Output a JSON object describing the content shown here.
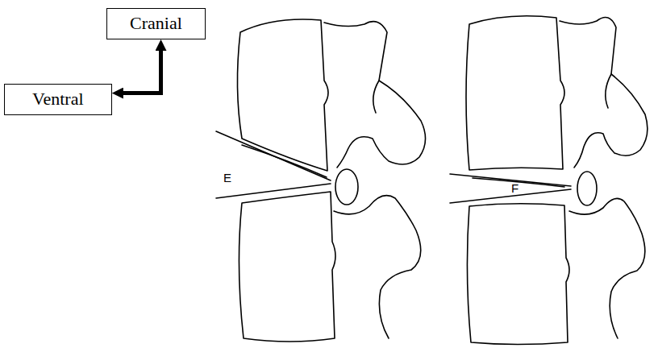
{
  "diagram": {
    "nodes": [
      {
        "text": [
          "Cranial"
        ]
      },
      {
        "text": [
          "Ventral"
        ]
      }
    ],
    "edges": [
      {
        "from": 1,
        "to": 0,
        "arrow": "both"
      }
    ],
    "labels": [
      "E",
      "F"
    ]
  }
}
